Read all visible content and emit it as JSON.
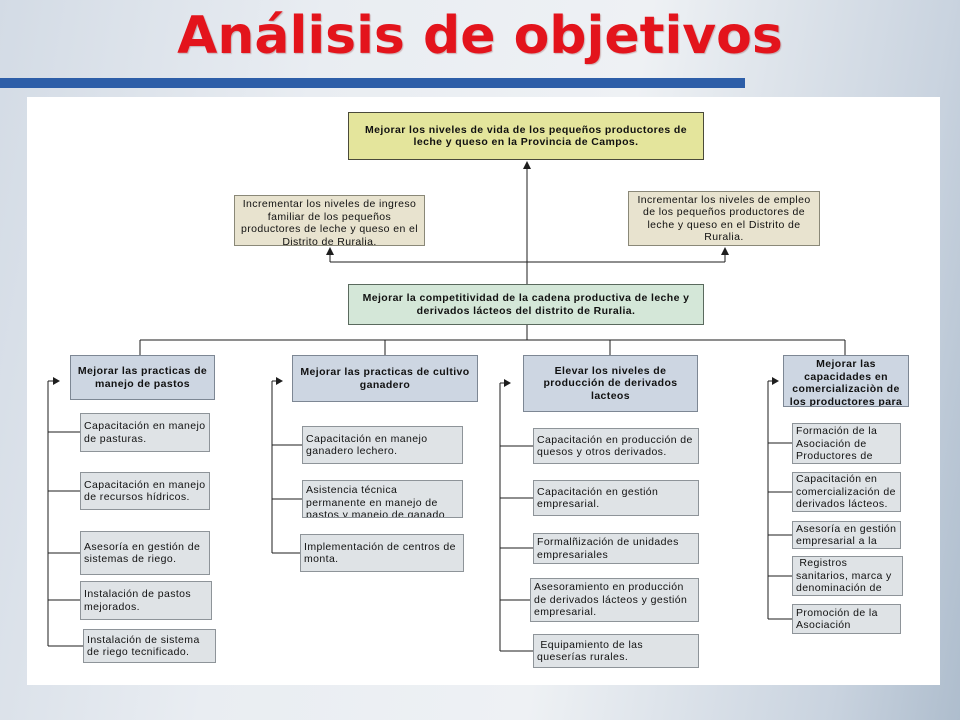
{
  "slide": {
    "title": "Análisis de objetivos"
  },
  "tree": {
    "goal": "Mejorar los niveles de vida de los pequeños productores de\nleche y queso en la Provincia de Campos.",
    "results": [
      "Incrementar los niveles de ingreso\nfamiliar de los pequeños\nproductores de leche y queso en el\nDistrito de Ruralia.",
      "Incrementar los niveles de empleo\nde los pequeños productores de\nleche y queso en el Distrito de\nRuralia."
    ],
    "purpose": "Mejorar la competitividad de la cadena productiva de leche y\nderivados lácteos del distrito de Ruralia.",
    "components": [
      {
        "label": "Mejorar las practicas de\nmanejo de pastos",
        "activities": [
          "Capacitación en manejo\nde pasturas.",
          "Capacitación en manejo\nde recursos hídricos.",
          "Asesoría en gestión de\nsistemas de riego.",
          "Instalación de pastos\nmejorados.",
          "Instalación de sistema\nde riego tecnificado."
        ]
      },
      {
        "label": "Mejorar las practicas de cultivo\nganadero",
        "activities": [
          "Capacitación en manejo\nganadero lechero.",
          "Asistencia técnica\npermanente en manejo de\npastos y manejo de ganado",
          "Implementación de centros de\nmonta."
        ]
      },
      {
        "label": "Elevar los niveles de\nproducción de derivados\nlacteos",
        "activities": [
          "Capacitación en producción de\nquesos y otros derivados.",
          "Capacitación en gestión\nempresarial.",
          "Formalñización de unidades\nempresariales",
          "Asesoramiento en producción\nde derivados lácteos y gestión\nempresarial.",
          " Equipamiento de las\nqueserías rurales."
        ]
      },
      {
        "label": "Mejorar las\ncapacidades en\ncomercializaciòn de\nlos productores para",
        "activities": [
          "Formación de la\nAsociación de\nProductores de",
          "Capacitación en\ncomercialización de\nderivados lácteos.",
          "Asesoría en gestión\nempresarial a la",
          " Registros\nsanitarios, marca y\ndenominación de",
          "Promoción de la\nAsociación"
        ]
      }
    ]
  },
  "colors": {
    "title": "#e3141c",
    "title_bar": "#2d5ea8",
    "goal_fill": "#e4e59c",
    "result_fill": "#e8e3cf",
    "purpose_fill": "#d4e7d8",
    "component_fill": "#cdd6e2",
    "activity_fill": "#dfe3e6"
  }
}
